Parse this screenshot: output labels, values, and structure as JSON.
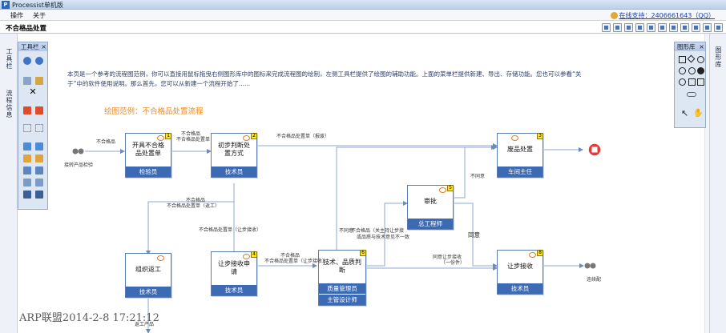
{
  "window": {
    "title": "Processist单机版",
    "icon": "P"
  },
  "menu": [
    "操作",
    "关于"
  ],
  "support": {
    "text": "在线支持：2406661643（QQ）"
  },
  "document": {
    "title": "不合格品处置"
  },
  "left_dock": {
    "tabs": [
      "工具栏",
      "流程信息"
    ],
    "toolbox_title": "工具栏",
    "close": "×"
  },
  "right_dock": {
    "tabs": [
      "图形库"
    ],
    "shapes_title": "图形库",
    "close": "×"
  },
  "canvas": {
    "intro": "本页是一个参考的流程图范例，你可以直接用鼠标拖曳右侧图形库中的图标来完成流程图的绘制，左侧工具栏提供了绘图的辅助功能。上面的菜单栏提供新建、导出、存储功能。您也可以参看“关于”中的软件使用说明。那么首先，您可以从新建一个流程开始了......",
    "example_title": "绘图范例：不合格品处置流程",
    "start_label": "接转产品检验",
    "end_label": "连续配",
    "nodes": [
      {
        "name": "开具不合格品处置单",
        "role": "检验员",
        "badge": "1"
      },
      {
        "name": "初步判断处置方式",
        "role": "技术员",
        "badge": "2"
      },
      {
        "name": "废品处置",
        "role": "车间主任",
        "badge": "3"
      },
      {
        "name": "审批",
        "role": "总工程师",
        "badge": "5"
      },
      {
        "name": "组织返工",
        "role": "技术员",
        "badge": ""
      },
      {
        "name": "让步接收申请",
        "role": "技术员",
        "badge": "4"
      },
      {
        "name": "技术、品质判断",
        "role": "质量管理员",
        "role2": "主管设计师",
        "badge": "6"
      },
      {
        "name": "让步接收",
        "role": "技术员",
        "badge": "8"
      }
    ],
    "edges": {
      "e1": "不合格品",
      "e2a": "不合格品",
      "e2b": "不合格品处置单",
      "e3": "不合格品处置单（报废）",
      "e4a": "不合格品",
      "e4b": "不合格品处置单（返工）",
      "e5": "不合格品处置单（让步接收）",
      "e6a": "不合格品",
      "e6b": "不合格品处置单（让步接收）",
      "e7": "不同意",
      "e8a": "不合格品（关主持让步接",
      "e8b": "或品质与技术意见不一致",
      "e9": "不同意",
      "e10": "同意",
      "e11a": "同意让步接收",
      "e11b": "（一份件）",
      "e12": "返工产品"
    }
  },
  "watermark": "ARP联盟2014-2-8 17:21:12",
  "colors": {
    "accent": "#3d6bb3",
    "badge": "#ffe81a",
    "title_orange": "#f08a24",
    "end_red": "#e43a3a"
  }
}
